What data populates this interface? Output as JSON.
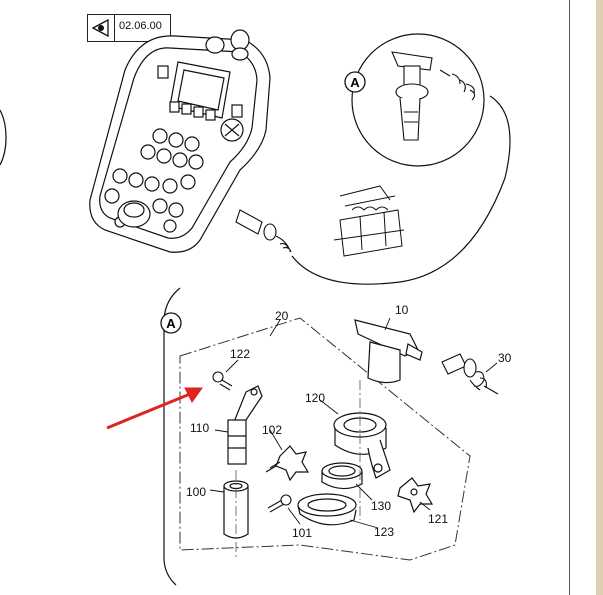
{
  "header": {
    "view_code": "02.06.00",
    "view_icon": "eye-view-icon"
  },
  "detail_marker": "A",
  "callouts": {
    "c10": "10",
    "c20": "20",
    "c30": "30",
    "c100": "100",
    "c101": "101",
    "c102": "102",
    "c110": "110",
    "c120": "120",
    "c121": "121",
    "c122": "122",
    "c123": "123",
    "c130": "130"
  },
  "colors": {
    "arrow": "#e0231c",
    "line": "#1a1a1a",
    "strip": "#dccfb4"
  }
}
